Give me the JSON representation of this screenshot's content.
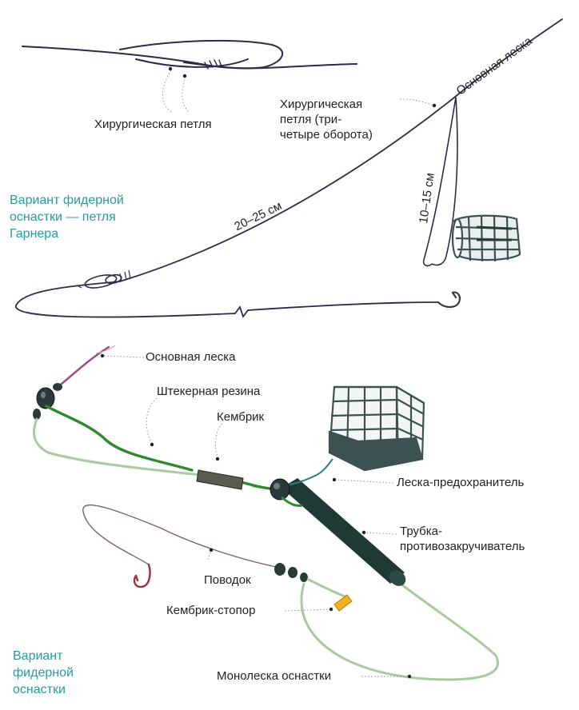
{
  "labels": {
    "surgical_loop": "Хирургическая петля",
    "main_line_top": "Основная леска",
    "surgical_loop_turns": "Хирургическая петля (три-четыре оборота)",
    "len_20_25": "20–25 см",
    "len_10_15": "10–15 см",
    "variant_garner": "Вариант фидерной оснастки — петля Гарнера",
    "main_line_bottom": "Основная леска",
    "shock_gum": "Штекерная резина",
    "cambric": "Кембрик",
    "safety_line": "Леска-предохранитель",
    "anti_tangle_tube": "Трубка-противозакручиватель",
    "leader": "Поводок",
    "cambric_stopper": "Кембрик-стопор",
    "mono_rig": "Монолеска оснастки",
    "variant_feeder": "Вариант фидерной оснастки"
  },
  "colors": {
    "line_dark": "#2a2d4a",
    "label_teal": "#2a9a9e",
    "shock_gum_green": "#2f8a2f",
    "mono_green": "#a9c9a0",
    "tube_dark": "#1f3a35",
    "leader_magenta": "#a0467a",
    "feeder_metal": "#3c5252",
    "stopper_orange": "#f0b020"
  }
}
